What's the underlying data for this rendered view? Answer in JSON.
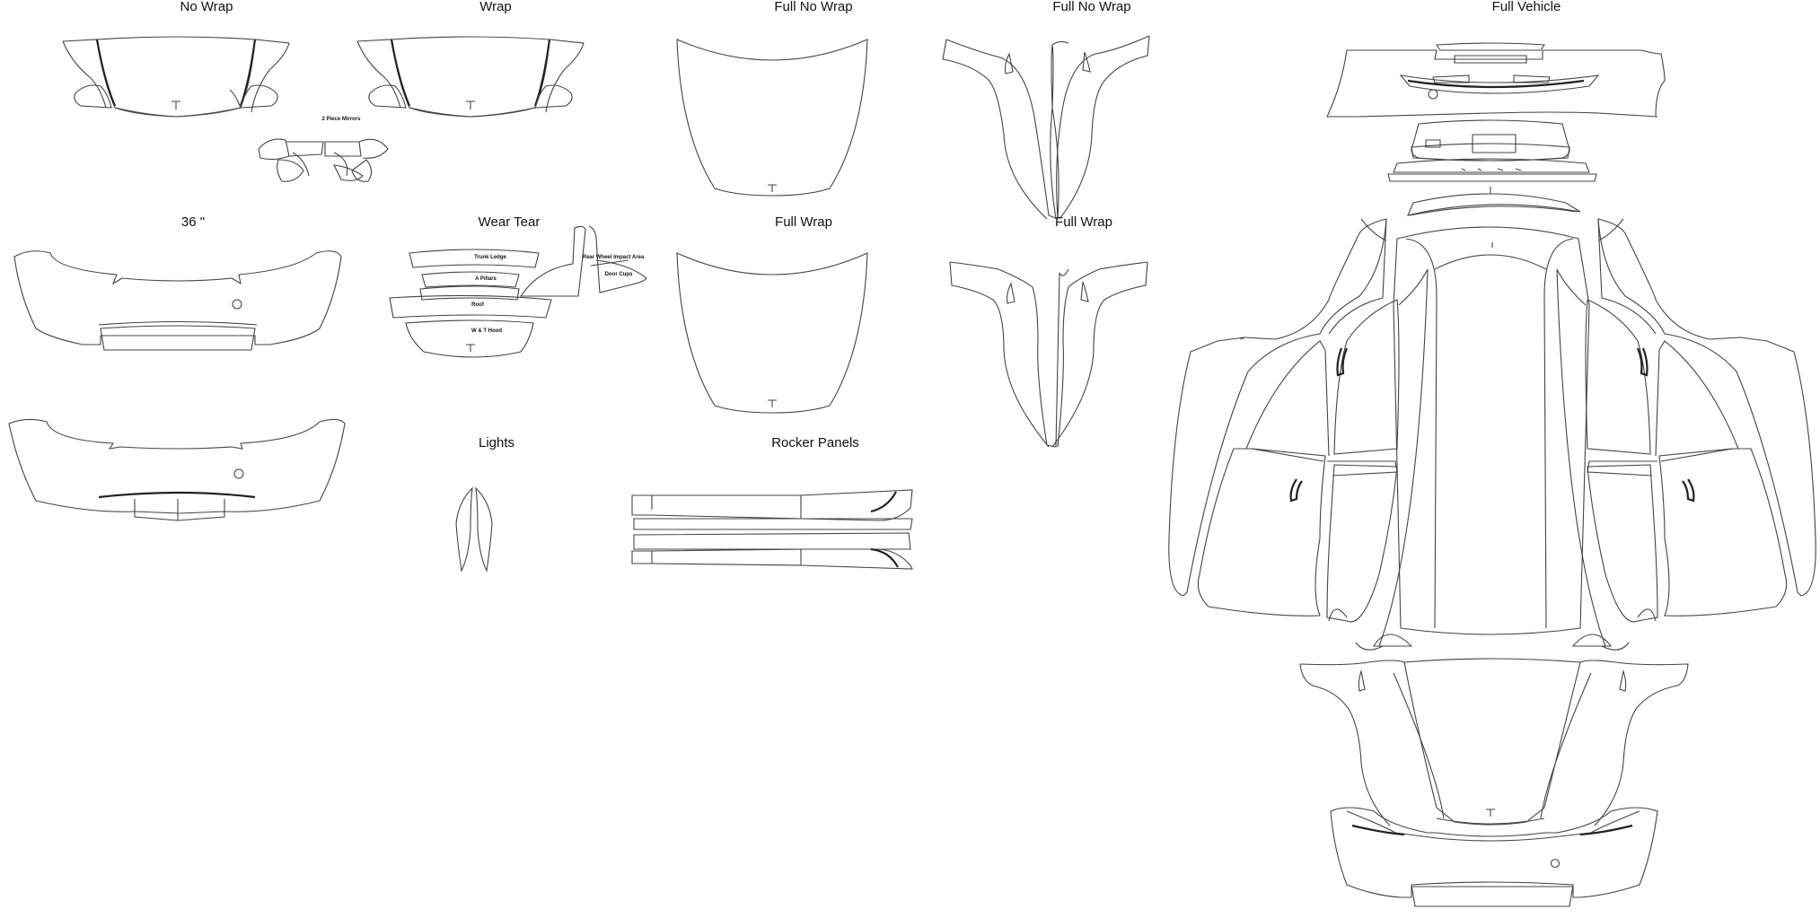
{
  "sections": {
    "no_wrap": "No Wrap",
    "wrap": "Wrap",
    "full_no_wrap_hood": "Full No Wrap",
    "full_no_wrap_bumper": "Full No Wrap",
    "full_vehicle": "Full Vehicle",
    "thirty_six": "36 \"",
    "wear_tear": "Wear  Tear",
    "full_wrap_hood": "Full Wrap",
    "full_wrap_bumper": "Full Wrap",
    "lights": "Lights",
    "rocker_panels": "Rocker Panels"
  },
  "part_labels": {
    "mirrors": "2 Piece Mirrors",
    "trunk_ledge": "Trunk Ledge",
    "a_pillars": "A Pillars",
    "roof": "Roof",
    "wt_hood": "W & T Hood",
    "rear_wheel": "Rear Wheel Impact Area",
    "door_cups": "Door Cups"
  },
  "colors": {
    "outline": "#444444",
    "background": "#ffffff"
  }
}
